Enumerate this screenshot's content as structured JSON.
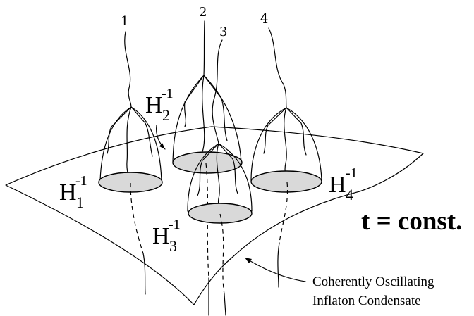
{
  "worldlines": {
    "labels": [
      "1",
      "2",
      "3",
      "4"
    ]
  },
  "horizons": [
    {
      "base": "H",
      "sub": "1",
      "sup": "-1"
    },
    {
      "base": "H",
      "sub": "2",
      "sup": "-1"
    },
    {
      "base": "H",
      "sub": "3",
      "sup": "-1"
    },
    {
      "base": "H",
      "sub": "4",
      "sup": "-1"
    }
  ],
  "time_slice_label": "t = const.",
  "condensate_label": [
    "Coherently  Oscillating",
    "Inflaton  Condensate"
  ]
}
